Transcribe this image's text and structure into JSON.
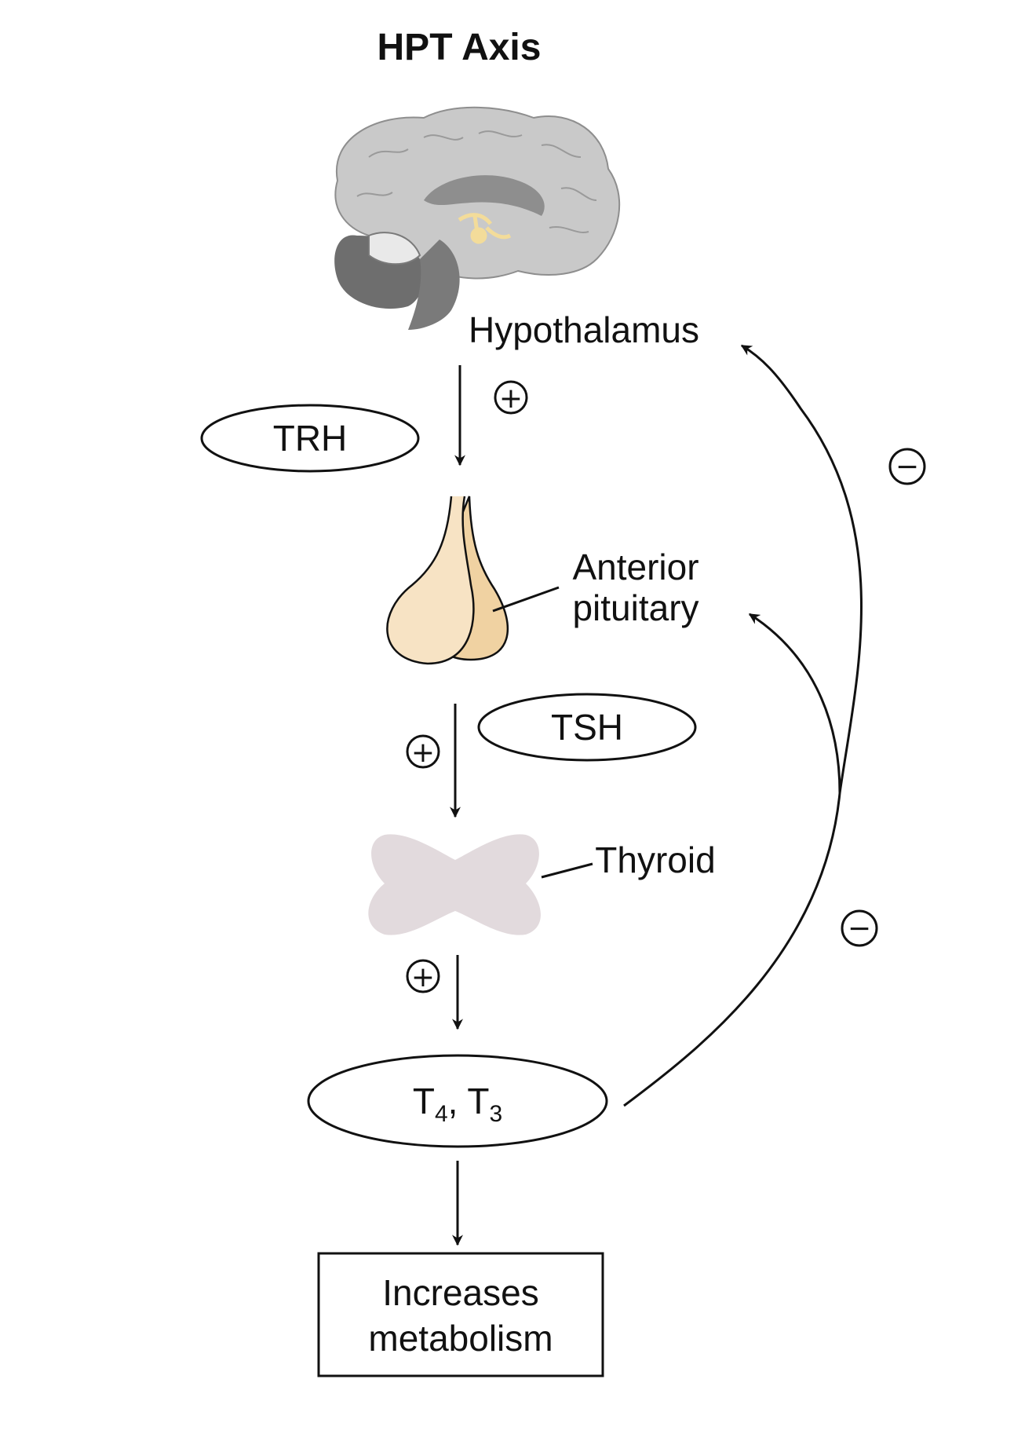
{
  "title": "HPT Axis",
  "nodes": {
    "hypothalamus": "Hypothalamus",
    "trh": "TRH",
    "anterior_pituitary_line1": "Anterior",
    "anterior_pituitary_line2": "pituitary",
    "tsh": "TSH",
    "thyroid": "Thyroid",
    "t4_t3": {
      "t_a": "T",
      "sub_a": "4",
      "sep": ", ",
      "t_b": "T",
      "sub_b": "3"
    },
    "outcome_line1": "Increases",
    "outcome_line2": "metabolism"
  },
  "signs": {
    "stimulate": "+",
    "inhibit": "−"
  },
  "colors": {
    "brain_gray": "#c9c9c9",
    "brain_dark": "#6e6e6e",
    "pituitary_light": "#f7e3c4",
    "pituitary_dark": "#f0d2a2",
    "thyroid": "#e2dadd",
    "hypothalamus_highlight": "#f3dc9a"
  }
}
